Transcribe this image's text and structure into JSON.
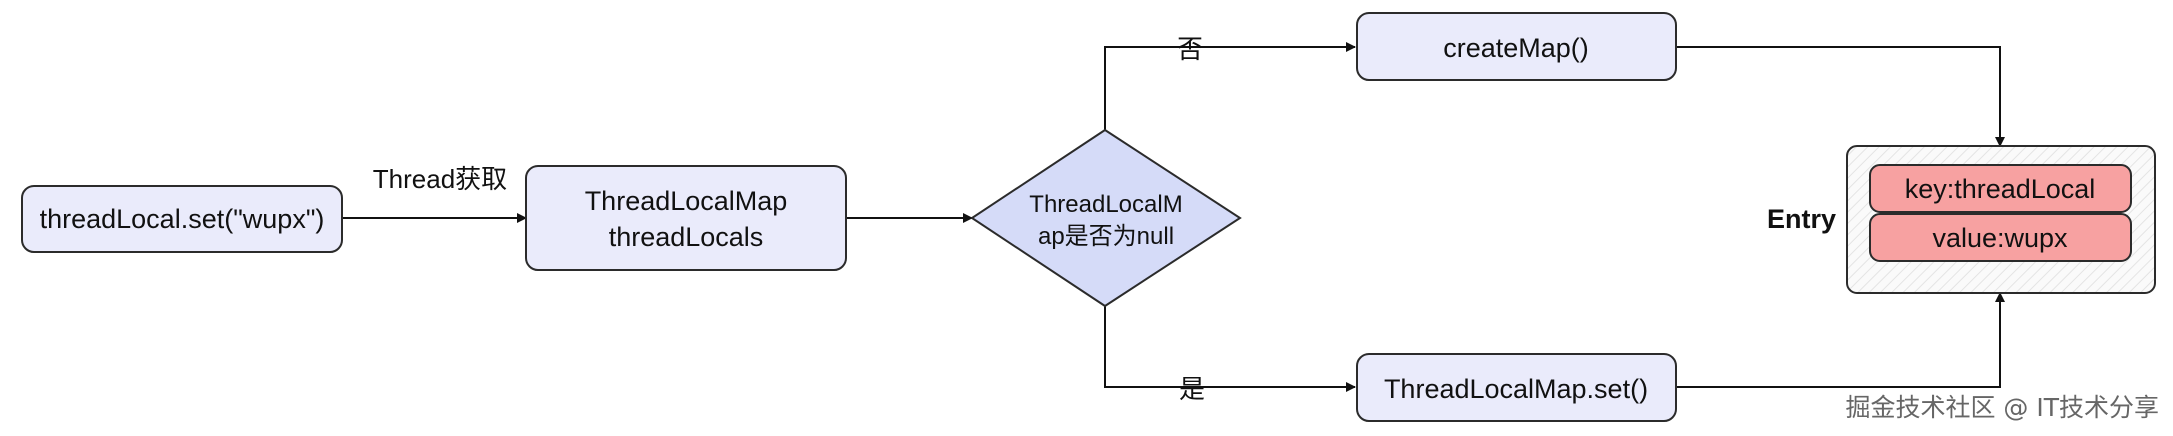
{
  "colors": {
    "node_fill": "#eaebfb",
    "node_stroke": "#2b2b2b",
    "decision_fill": "#d5dbf8",
    "entry_field_fill": "#f7a1a1",
    "entry_frame_fill": "#fafafa",
    "edge": "#111111"
  },
  "nodes": {
    "start": {
      "label": "threadLocal.set(\"wupx\")"
    },
    "thread_local_map": {
      "line1": "ThreadLocalMap",
      "line2": "threadLocals"
    },
    "decision": {
      "line1": "ThreadLocalM",
      "line2": "ap是否为null"
    },
    "create_map": {
      "label": "createMap()"
    },
    "map_set": {
      "label": "ThreadLocalMap.set()"
    },
    "entry": {
      "title": "Entry",
      "key": "key:threadLocal",
      "value": "value:wupx"
    }
  },
  "edges": {
    "thread_get": "Thread获取",
    "no": "否",
    "yes": "是"
  },
  "watermark": "掘金技术社区 @ IT技术分享"
}
